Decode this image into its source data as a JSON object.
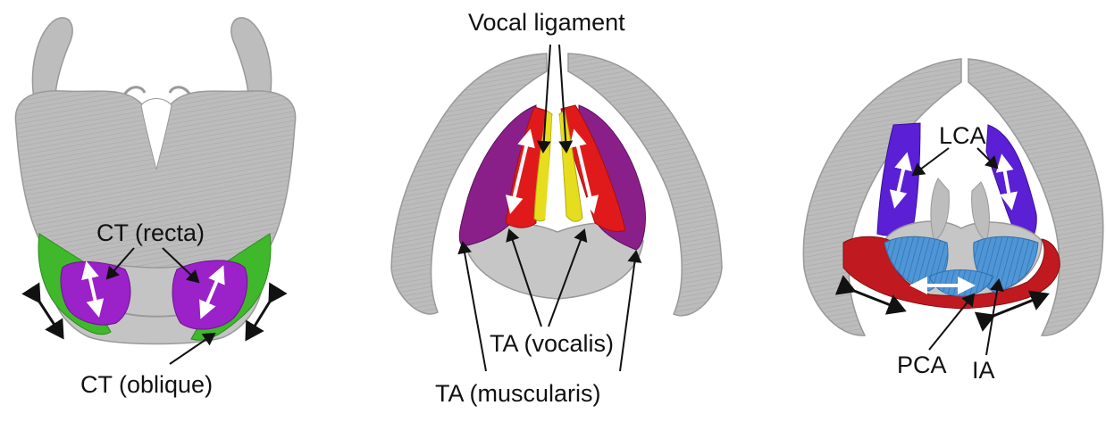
{
  "labels": {
    "ct_recta": "CT (recta)",
    "ct_oblique": "CT (oblique)",
    "vocal_ligament": "Vocal ligament",
    "ta_vocalis": "TA (vocalis)",
    "ta_muscularis": "TA (muscularis)",
    "lca": "LCA",
    "pca": "PCA",
    "ia": "IA"
  },
  "colors": {
    "cartilage": "#b9b9b9",
    "cartilage_dark": "#8f8f8f",
    "ct_recta": "#9b21c9",
    "ct_oblique": "#3fb82b",
    "ta_muscularis": "#8a1f8a",
    "ta_vocalis": "#e01a1a",
    "vocal_ligament": "#e6dd1e",
    "lca": "#5b1fd6",
    "pca": "#c0191f",
    "ia": "#4f96d6",
    "arrow": "#111111",
    "arrow_white": "#ffffff"
  }
}
